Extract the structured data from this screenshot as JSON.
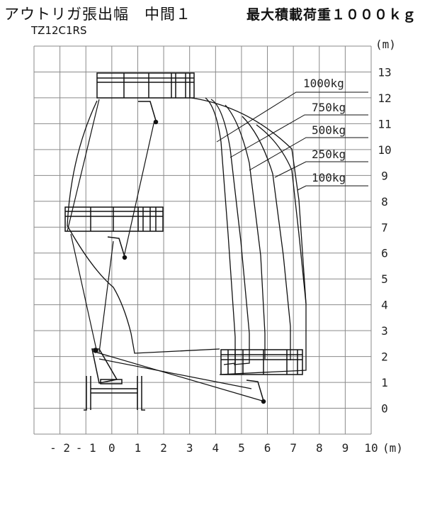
{
  "header": {
    "title": "アウトリガ張出幅　中間１",
    "max_load": "最大積載荷重１０００ｋｇ",
    "model": "TZ12C1RS"
  },
  "chart_data": {
    "type": "diagram",
    "x_axis": {
      "ticks": [
        "-2",
        "-1",
        "0",
        "1",
        "2",
        "3",
        "4",
        "5",
        "6",
        "7",
        "8",
        "9",
        "10"
      ],
      "unit": "(m)",
      "range": [
        -3,
        10
      ]
    },
    "y_axis": {
      "ticks": [
        "0",
        "1",
        "2",
        "3",
        "4",
        "5",
        "6",
        "7",
        "8",
        "9",
        "10",
        "11",
        "12",
        "13"
      ],
      "unit": "(m)",
      "range": [
        -1,
        14
      ]
    },
    "load_curves": [
      "1000kg",
      "750kg",
      "500kg",
      "250kg",
      "100kg"
    ]
  },
  "colors": {
    "grid": "#8a8a8a",
    "line": "#111111"
  }
}
